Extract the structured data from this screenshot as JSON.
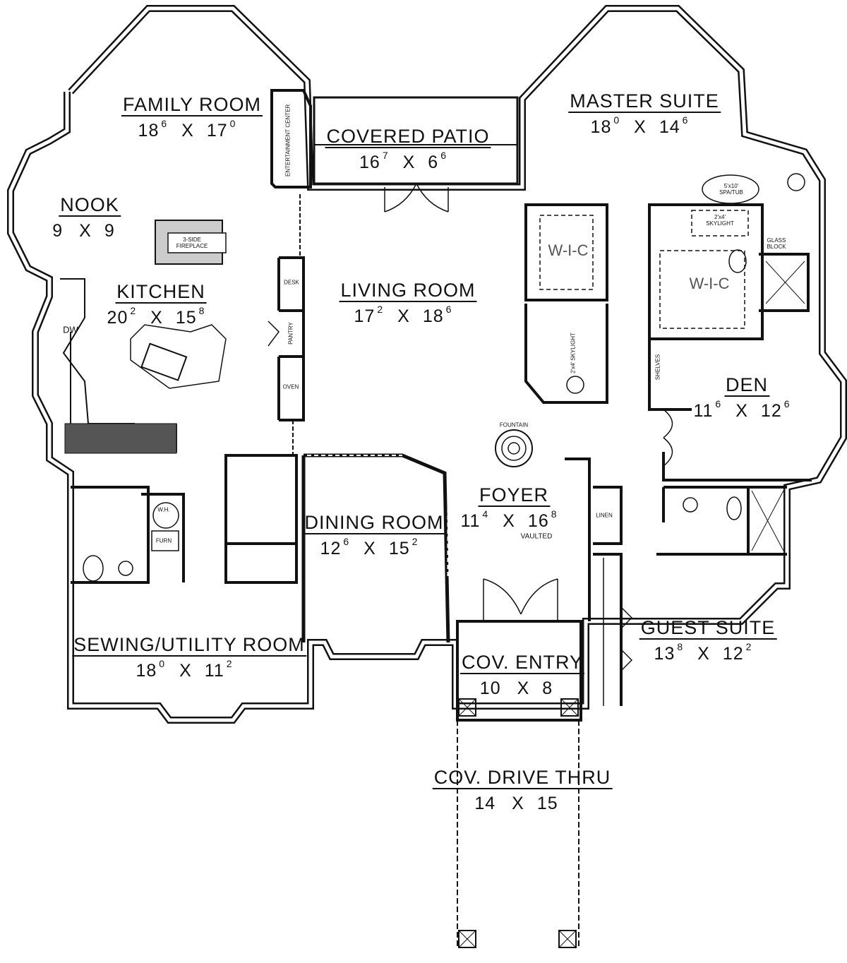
{
  "rooms": [
    {
      "name": "FAMILY ROOM",
      "w": "18",
      "wi": "6",
      "l": "17",
      "li": "0"
    },
    {
      "name": "COVERED PATIO",
      "w": "16",
      "wi": "7",
      "l": "6",
      "li": "6"
    },
    {
      "name": "MASTER SUITE",
      "w": "18",
      "wi": "0",
      "l": "14",
      "li": "6"
    },
    {
      "name": "NOOK",
      "w": "9",
      "wi": "",
      "l": "9",
      "li": ""
    },
    {
      "name": "KITCHEN",
      "w": "20",
      "wi": "2",
      "l": "15",
      "li": "8"
    },
    {
      "name": "LIVING ROOM",
      "w": "17",
      "wi": "2",
      "l": "18",
      "li": "6"
    },
    {
      "name": "DEN",
      "w": "11",
      "wi": "6",
      "l": "12",
      "li": "6"
    },
    {
      "name": "FOYER",
      "w": "11",
      "wi": "4",
      "l": "16",
      "li": "8"
    },
    {
      "name": "DINING ROOM",
      "w": "12",
      "wi": "6",
      "l": "15",
      "li": "2"
    },
    {
      "name": "SEWING/UTILITY ROOM",
      "w": "18",
      "wi": "0",
      "l": "11",
      "li": "2"
    },
    {
      "name": "COV. ENTRY",
      "w": "10",
      "wi": "",
      "l": "8",
      "li": ""
    },
    {
      "name": "GUEST SUITE",
      "w": "13",
      "wi": "8",
      "l": "12",
      "li": "2"
    },
    {
      "name": "COV. DRIVE THRU",
      "w": "14",
      "wi": "",
      "l": "15",
      "li": ""
    }
  ],
  "dim_separator": "X",
  "closets": [
    "W-I-C",
    "W-I-C"
  ],
  "notes": {
    "entertainment": "ENTERTAINMENT CENTER",
    "desk": "DESK",
    "pantry": "PANTRY",
    "oven": "OVEN",
    "fireplace": "3-SIDE FIREPLACE",
    "dw": "DW",
    "fountain": "FOUNTAIN",
    "vaulted": "VAULTED",
    "linen": "LINEN",
    "wh": "W.H.",
    "furn": "FURN",
    "spa": "5'x10' SPA/TUB",
    "skylight1": "2'x4' SKYLIGHT",
    "skylight2": "2'x4' SKYLIGHT",
    "glass_block": "GLASS BLOCK",
    "shelves": "SHELVES"
  }
}
